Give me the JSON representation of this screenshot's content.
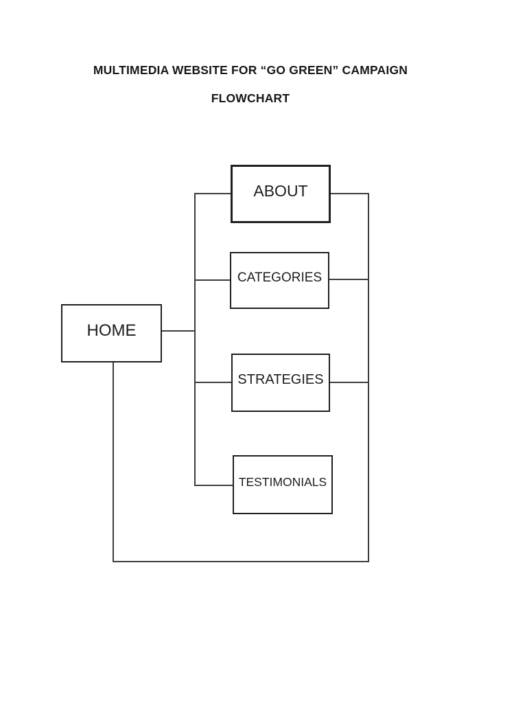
{
  "document": {
    "title": "MULTIMEDIA WEBSITE FOR “GO GREEN” CAMPAIGN",
    "subtitle": "FLOWCHART"
  },
  "flowchart": {
    "nodes": [
      {
        "id": "home",
        "label": "HOME"
      },
      {
        "id": "about",
        "label": "ABOUT"
      },
      {
        "id": "categories",
        "label": "CATEGORIES"
      },
      {
        "id": "strategies",
        "label": "STRATEGIES"
      },
      {
        "id": "testimonials",
        "label": "TESTIMONIALS"
      }
    ],
    "edges": [
      {
        "from": "HOME",
        "to": "ABOUT"
      },
      {
        "from": "HOME",
        "to": "CATEGORIES"
      },
      {
        "from": "HOME",
        "to": "STRATEGIES"
      },
      {
        "from": "HOME",
        "to": "TESTIMONIALS"
      },
      {
        "from": "ABOUT",
        "to": "HOME"
      },
      {
        "from": "CATEGORIES",
        "to": "HOME"
      },
      {
        "from": "STRATEGIES",
        "to": "HOME"
      }
    ],
    "colors": {
      "background": "#ffffff",
      "box_border": "#1f1f1f",
      "connector": "#3c3c3c",
      "text": "#1a1a1a"
    }
  }
}
